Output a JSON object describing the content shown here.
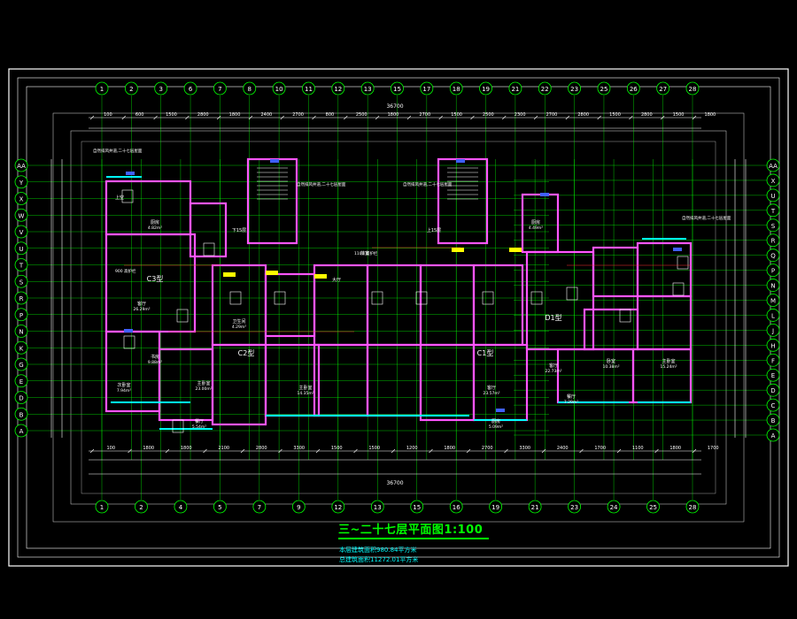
{
  "drawing": {
    "title": "三~二十七层平面图1:100",
    "area_note_1": "本层建筑面积980.84平方米",
    "area_note_2": "总建筑面积11272.01平方米"
  },
  "grid": {
    "top_numbers": [
      "1",
      "2",
      "3",
      "6",
      "7",
      "8",
      "10",
      "11",
      "12",
      "13",
      "15",
      "17",
      "18",
      "19",
      "21",
      "22",
      "23",
      "25",
      "26",
      "27",
      "28"
    ],
    "bottom_numbers": [
      "1",
      "2",
      "4",
      "5",
      "7",
      "9",
      "12",
      "13",
      "15",
      "16",
      "19",
      "21",
      "23",
      "24",
      "25",
      "28"
    ],
    "left_letters": [
      "AA",
      "Y",
      "X",
      "W",
      "V",
      "U",
      "T",
      "S",
      "R",
      "P",
      "N",
      "K",
      "G",
      "E",
      "D",
      "B",
      "A"
    ],
    "right_letters": [
      "AA",
      "X",
      "U",
      "T",
      "S",
      "R",
      "Q",
      "P",
      "N",
      "M",
      "L",
      "J",
      "H",
      "F",
      "E",
      "D",
      "C",
      "B",
      "A"
    ],
    "top_total": "36700",
    "bottom_total": "36700",
    "top_dims": [
      "100",
      "600",
      "1500",
      "2800",
      "1800",
      "2400",
      "2700",
      "800",
      "2500",
      "1800",
      "2700",
      "1500",
      "2500",
      "2300",
      "2700",
      "2800",
      "1500",
      "2800",
      "1500",
      "1800"
    ],
    "bottom_dims": [
      "100",
      "1800",
      "1800",
      "2100",
      "2800",
      "3300",
      "1500",
      "1500",
      "1200",
      "1800",
      "2700",
      "3300",
      "2400",
      "1700",
      "1100",
      "1800",
      "1700"
    ]
  },
  "unit_labels": [
    "C3型",
    "C2型",
    "C1型",
    "D1型"
  ],
  "room_labels": [
    {
      "t": "厨房",
      "s": "4.82m²"
    },
    {
      "t": "客厅",
      "s": "26.29m²"
    },
    {
      "t": "主卧室",
      "s": "23.00m²"
    },
    {
      "t": "次卧室",
      "s": "7.94m²"
    },
    {
      "t": "餐厅",
      "s": "5.54m²"
    },
    {
      "t": "卫生间",
      "s": "4.29m²"
    },
    {
      "t": "书房",
      "s": "9.88m²"
    },
    {
      "t": "主卧室",
      "s": "14.35m²"
    },
    {
      "t": "客厅",
      "s": "23.57m²"
    },
    {
      "t": "厨房",
      "s": "5.09m²"
    },
    {
      "t": "客厅",
      "s": "22.73m²"
    },
    {
      "t": "卧室",
      "s": "10.38m²"
    },
    {
      "t": "主卧室",
      "s": "15.24m²"
    },
    {
      "t": "厨房",
      "s": "4.49m²"
    },
    {
      "t": "餐厅",
      "s": "7.29m²"
    },
    {
      "t": "上空",
      "s": ""
    },
    {
      "t": "下15层",
      "s": ""
    },
    {
      "t": "上15层",
      "s": ""
    },
    {
      "t": "大厅",
      "s": ""
    },
    {
      "t": "前室",
      "s": ""
    }
  ],
  "notes": [
    "自然排风井道,二十七层屋面",
    "自然排风井道,二十七层屋面",
    "自然排风井道,二十七层屋面",
    "自然排风井道,二十七层屋面",
    "1100 高护栏",
    "900 高护栏"
  ],
  "colors": {
    "background": "#000000",
    "grid_line": "#00ff00",
    "wall": "#ff55ff",
    "frame": "#ffffff",
    "dimension": "#ffffff",
    "title": "#00ff00",
    "note": "#00ffff",
    "hatch": "#00ffff",
    "accent": "#ffff00",
    "red": "#ff3030",
    "blue": "#4060ff"
  }
}
